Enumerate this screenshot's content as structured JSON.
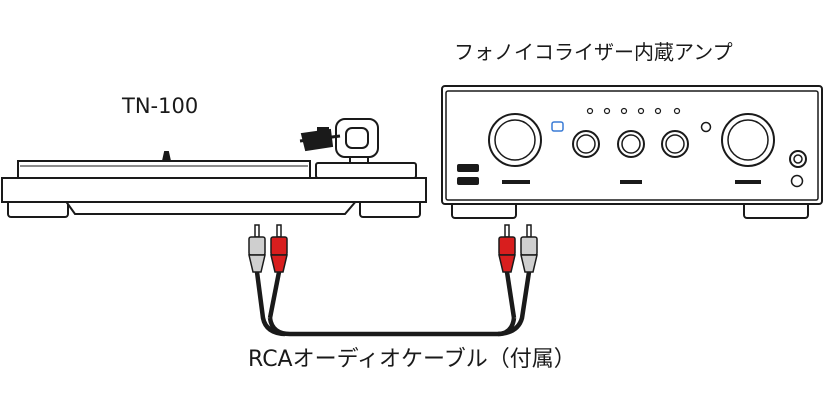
{
  "turntable": {
    "label": "TN-100"
  },
  "amplifier": {
    "label": "フォノイコライザー内蔵アンプ"
  },
  "cable": {
    "label": "RCAオーディオケーブル（付属）"
  },
  "colors": {
    "outline": "#1a1a1a",
    "red_plug": "#d81e1e",
    "white_plug": "#cfcfcf",
    "indicator_blue": "#3a7bd5",
    "background": "#ffffff"
  }
}
